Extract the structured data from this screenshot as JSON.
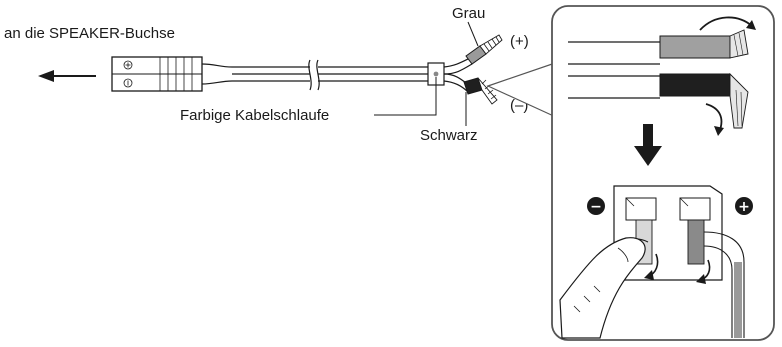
{
  "labels": {
    "speaker_jack": "an die SPEAKER-Buchse",
    "grey": "Grau",
    "plus_marker": "(+)",
    "minus_marker": "(–)",
    "colored_loop": "Farbige Kabelschlaufe",
    "black": "Schwarz"
  },
  "terminal_symbols": {
    "minus": "−",
    "plus": "+"
  },
  "colors": {
    "grey_wire": "#9a9a9a",
    "black_wire": "#1f1f1f",
    "line": "#1a1a1a",
    "panel_border": "#555555"
  }
}
